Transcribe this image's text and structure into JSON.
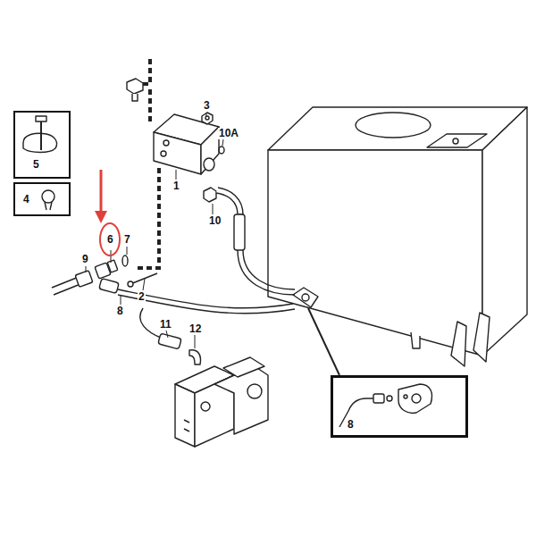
{
  "diagram": {
    "nodes": [
      {
        "text": [
          "5"
        ]
      },
      {
        "text": [
          "4"
        ]
      },
      {
        "text": [
          "8"
        ]
      }
    ],
    "labels": [
      "3",
      "10A",
      "1",
      "6",
      "7",
      "9",
      "2",
      "10",
      "8",
      "11",
      "12"
    ]
  }
}
